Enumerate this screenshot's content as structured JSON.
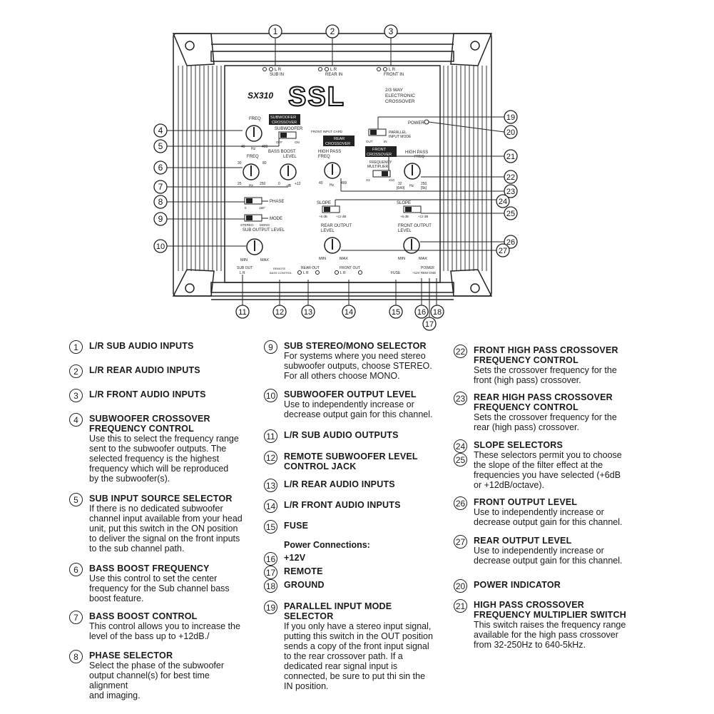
{
  "device": {
    "model": "SX310",
    "logo_text": "SSL",
    "subtitle_lines": [
      "2/3 WAY",
      "ELECTRONIC",
      "CROSSOVER"
    ],
    "top_inputs": [
      {
        "channels": "L R",
        "label": "SUB IN"
      },
      {
        "channels": "L R",
        "label": "REAR IN"
      },
      {
        "channels": "L R",
        "label": "FRONT IN"
      }
    ],
    "sub_section": {
      "box_title": [
        "SUBWOOFER",
        "CROSSOVER"
      ],
      "freq_label": "FREQ",
      "freq_ticks": {
        "low": "40",
        "mid": "Hz",
        "high": "400"
      },
      "subwoofer_switch_label": "SUBWOOFER",
      "subwoofer_switch_off": "OFF",
      "subwoofer_switch_on": "ON",
      "bass_boost_label": "BASS BOOST",
      "bb_freq_label": "FREQ",
      "bb_freq_ticks": {
        "l1": "30",
        "r1": "80",
        "l2": "25",
        "mid": "Hz",
        "r2": "250"
      },
      "bb_level_label": "LEVEL",
      "bb_level_ticks": {
        "low": "0",
        "mid": "dB",
        "high": "+12"
      },
      "phase_label": "PHASE",
      "phase_low": "0",
      "phase_high": "180°",
      "mode_label": "MODE",
      "mode_low": "STEREO",
      "mode_high": "MONO",
      "output_level_label": "SUB OUTPUT LEVEL",
      "min": "MIN",
      "max": "MAX"
    },
    "rear_section": {
      "box_title": [
        "REAR",
        "CROSSOVER"
      ],
      "front_input_label": "FRONT INPUT CARD",
      "hp_label": [
        "HIGH PASS",
        "FREQ"
      ],
      "hp_ticks": {
        "low": "40",
        "mid": "Hz",
        "high": "400"
      },
      "slope_label": "SLOPE",
      "slope_low": "+6 dB",
      "slope_high": "+12 dB",
      "output_label": [
        "REAR OUTPUT",
        "LEVEL"
      ],
      "min": "MIN",
      "max": "MAX"
    },
    "front_section": {
      "power_label": "POWER",
      "parallel_label": [
        "PARALLEL",
        "INPUT MODE"
      ],
      "parallel_low": "OUT",
      "parallel_high": "IN",
      "box_title": [
        "FRONT",
        "CROSSOVER"
      ],
      "hp_label": [
        "HIGH PASS",
        "FREQ"
      ],
      "multiplier_label": [
        "FREQUENCY",
        "MULTIPLIER"
      ],
      "mult_low": "X1",
      "mult_high": "X10",
      "hp_ticks": {
        "low": "32",
        "low2": "[640]",
        "mid": "Hz",
        "high": "250",
        "high2": "[5k]"
      },
      "slope_label": "SLOPE",
      "slope_low": "+6 dB",
      "slope_high": "+12 dB",
      "output_label": [
        "FRONT OUTPUT",
        "LEVEL"
      ],
      "min": "MIN",
      "max": "MAX"
    },
    "bottom": {
      "sub_out": "SUB OUT",
      "sub_out_ch": "L   R",
      "remote": [
        "REMOTE",
        "BASS CONTROL"
      ],
      "rear_out": "REAR OUT",
      "rear_out_ch": "L   R",
      "front_out": "FRONT OUT",
      "front_out_ch": "L   R",
      "fuse": "FUSE",
      "power": "POWER",
      "power_terms": "+12V  REM  GND"
    },
    "callouts": [
      "1",
      "2",
      "3",
      "4",
      "5",
      "6",
      "7",
      "8",
      "9",
      "10",
      "11",
      "12",
      "13",
      "14",
      "15",
      "16",
      "17",
      "18",
      "19",
      "20",
      "21",
      "22",
      "23",
      "24",
      "25",
      "26",
      "27"
    ]
  },
  "legend": {
    "col1": [
      {
        "num": "1",
        "title": [
          "L/R SUB AUDIO INPUTS"
        ],
        "desc": []
      },
      {
        "num": "2",
        "title": [
          "L/R REAR AUDIO INPUTS"
        ],
        "desc": []
      },
      {
        "num": "3",
        "title": [
          "L/R FRONT AUDIO INPUTS"
        ],
        "desc": []
      },
      {
        "num": "4",
        "title": [
          "SUBWOOFER CROSSOVER",
          "FREQUENCY CONTROL"
        ],
        "desc": [
          "Use this to select the frequency range",
          "sent to the subwoofer outputs. The",
          "selected frequency is the highest",
          "frequency which will be reproduced",
          "by the subwoofer(s)."
        ]
      },
      {
        "num": "5",
        "title": [
          "SUB INPUT SOURCE SELECTOR"
        ],
        "desc": [
          "If there is no dedicated subwoofer",
          "channel input available from your head",
          "unit, put this switch in the ON position",
          "to deliver the signal on the front inputs",
          "to the sub channel path."
        ]
      },
      {
        "num": "6",
        "title": [
          "BASS BOOST FREQUENCY"
        ],
        "desc": [
          "Use this control to set the center",
          "frequency for the Sub channel bass",
          "boost feature."
        ]
      },
      {
        "num": "7",
        "title": [
          "BASS BOOST CONTROL"
        ],
        "desc": [
          "This control allows you to increase the",
          "level of the bass up to +12dB./"
        ]
      },
      {
        "num": "8",
        "title": [
          "PHASE SELECTOR"
        ],
        "desc": [
          "Select the phase of the subwoofer",
          "output channel(s) for best time alignment",
          "and imaging."
        ]
      }
    ],
    "col2": [
      {
        "num": "9",
        "title": [
          "SUB STEREO/MONO SELECTOR"
        ],
        "desc": [
          "For systems where you need stereo",
          "subwoofer outputs, choose STEREO.",
          "For all others choose MONO."
        ]
      },
      {
        "num": "10",
        "title": [
          "SUBWOOFER OUTPUT LEVEL"
        ],
        "desc": [
          "Use to independently increase or",
          "decrease output gain for this channel."
        ]
      },
      {
        "num": "11",
        "title": [
          "L/R SUB AUDIO OUTPUTS"
        ],
        "desc": []
      },
      {
        "num": "12",
        "title": [
          "REMOTE SUBWOOFER LEVEL",
          "CONTROL JACK"
        ],
        "desc": []
      },
      {
        "num": "13",
        "title": [
          "L/R REAR AUDIO INPUTS"
        ],
        "desc": []
      },
      {
        "num": "14",
        "title": [
          "L/R FRONT AUDIO INPUTS"
        ],
        "desc": []
      },
      {
        "num": "15",
        "title": [
          "FUSE"
        ],
        "desc": []
      },
      {
        "num": "",
        "title": [
          "Power Connections:"
        ],
        "desc": []
      },
      {
        "num": "16",
        "title": [
          "+12V"
        ],
        "desc": []
      },
      {
        "num": "17",
        "title": [
          "REMOTE"
        ],
        "desc": []
      },
      {
        "num": "18",
        "title": [
          "GROUND"
        ],
        "desc": []
      },
      {
        "num": "19",
        "title": [
          "PARALLEL INPUT MODE",
          "SELECTOR"
        ],
        "desc": [
          "If you only have a stereo input signal,",
          "putting this switch in the OUT position",
          "sends a copy of the front input signal",
          "to the rear crossover path. If a",
          "dedicated rear signal input is",
          "connected, be sure to put thi sin the",
          "IN position."
        ]
      }
    ],
    "col3": [
      {
        "num": "22",
        "title": [
          "FRONT HIGH PASS CROSSOVER",
          "FREQUENCY CONTROL"
        ],
        "desc": [
          "Sets the crossover frequency for the",
          "front (high pass) crossover."
        ]
      },
      {
        "num": "23",
        "title": [
          "REAR HIGH PASS CROSSOVER",
          "FREQUENCY CONTROL"
        ],
        "desc": [
          "Sets the crossover frequency for the",
          "rear (high pass) crossover."
        ]
      },
      {
        "num": "24",
        "num2": "25",
        "title": [
          "SLOPE SELECTORS"
        ],
        "desc": [
          "These selectors permit you to choose",
          "the slope of the filter effect at the",
          "frequencies you have selected (+6dB",
          "or +12dB/octave)."
        ]
      },
      {
        "num": "26",
        "title": [
          "FRONT OUTPUT LEVEL"
        ],
        "desc": [
          "Use to independently increase or",
          "decrease output gain for this channel."
        ]
      },
      {
        "num": "27",
        "title": [
          "REAR OUTPUT LEVEL"
        ],
        "desc": [
          "Use to independently increase or",
          "decrease output gain for this channel."
        ]
      },
      {
        "num": "20",
        "title": [
          "POWER INDICATOR"
        ],
        "desc": []
      },
      {
        "num": "21",
        "title": [
          "HIGH PASS CROSSOVER",
          "FREQUENCY MULTIPLIER SWITCH"
        ],
        "desc": [
          "This switch raises the frequency range",
          "available for the high pass crossover",
          "from 32-250Hz to 640-5kHz."
        ]
      }
    ]
  }
}
